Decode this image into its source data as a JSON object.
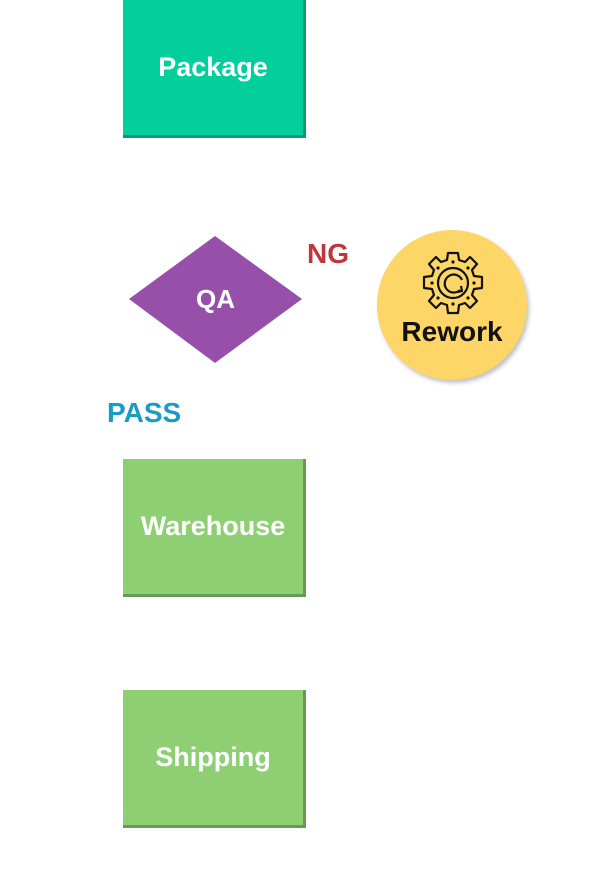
{
  "nodes": {
    "package": {
      "label": "Package",
      "color": "#02cf9b"
    },
    "qa": {
      "label": "QA",
      "color": "#9650a9"
    },
    "rework": {
      "label": "Rework",
      "icon": "gear-refresh-icon",
      "color": "#fdd667"
    },
    "warehouse": {
      "label": "Warehouse",
      "color": "#8ecf74"
    },
    "shipping": {
      "label": "Shipping",
      "color": "#8ecf74"
    }
  },
  "edges": {
    "ng_label": "NG",
    "pass_label": "PASS"
  },
  "colors": {
    "ng": "#c0363a",
    "pass": "#1a9bc4"
  }
}
